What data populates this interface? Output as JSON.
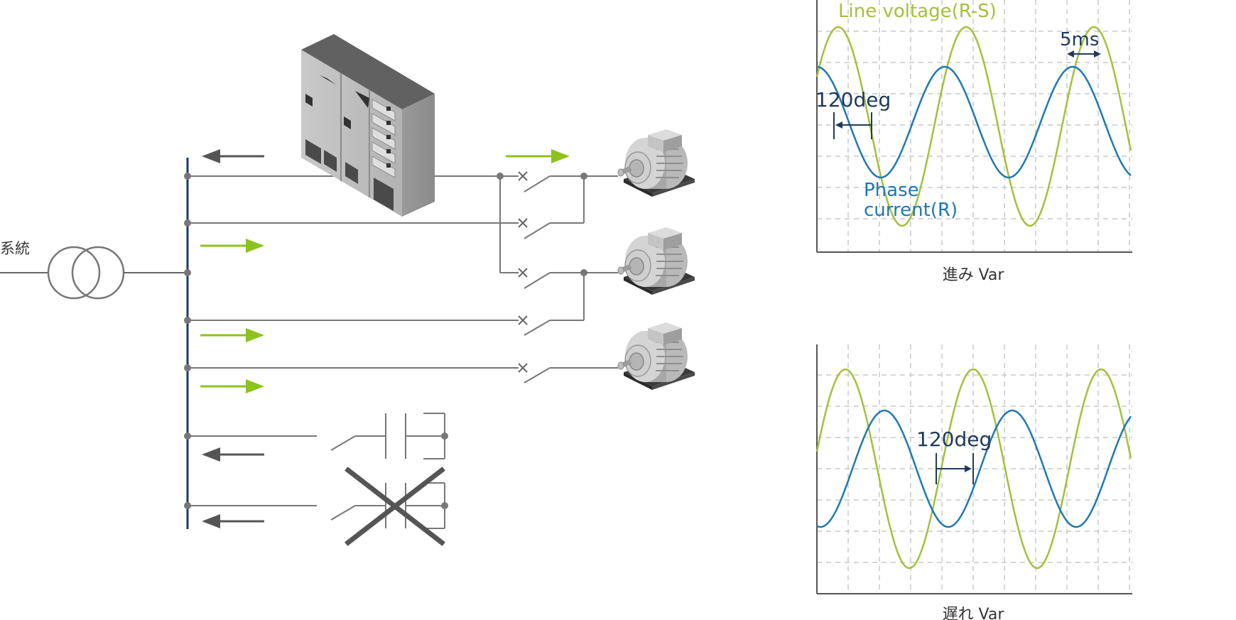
{
  "colors": {
    "voltage": "#a2c13a",
    "current": "#1f78b4",
    "wire": "#666666",
    "bus": "#1f3a5c",
    "arrow_green": "#8dc21f",
    "arrow_gray": "#555555",
    "cross": "#555555"
  },
  "single_line": {
    "source_label": "系統"
  },
  "waveforms": {
    "top": {
      "voltage_label": "Line voltage(R-S)",
      "current_label_line1": "Phase",
      "current_label_line2": "current(R)",
      "time_mark": "5ms",
      "phase_mark": "120deg",
      "caption": "進み Var"
    },
    "bottom": {
      "phase_mark": "120deg",
      "caption": "遅れ Var"
    }
  },
  "icons": {
    "cabinet": "switchgear-cabinet-icon",
    "motor": "electric-motor-icon",
    "transformer": "transformer-symbol-icon",
    "capacitor": "capacitor-symbol-icon",
    "cross": "crossed-out-icon"
  }
}
